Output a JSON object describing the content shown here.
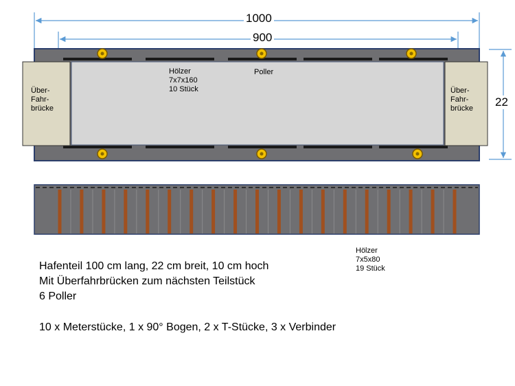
{
  "dimensions": {
    "outer_length": "1000",
    "inner_length": "900",
    "width": "22"
  },
  "top_view": {
    "left_bridge_label": [
      "Über-",
      "Fahr-",
      "brücke"
    ],
    "right_bridge_label": [
      "Über-",
      "Fahr-",
      "brücke"
    ],
    "timber_label": [
      "Hölzer",
      "7x7x160",
      "10 Stück"
    ],
    "bollard_label": "Poller",
    "bollard_count_top": 3,
    "bollard_count_bottom": 3
  },
  "side_view": {
    "timber_label": [
      "Hölzer",
      "7x5x80",
      "19 Stück"
    ],
    "post_count": 19
  },
  "description": {
    "line1": "Hafenteil 100 cm lang, 22 cm breit, 10 cm hoch",
    "line2": "Mit Überfahrbrücken zum nächsten Teilstück",
    "line3": "6 Poller",
    "line4": "10 x Meterstücke, 1 x 90° Bogen, 2 x T-Stücke, 3 x Verbinder"
  },
  "colors": {
    "dock": "#6f6f72",
    "dock_edge": "#2b3e6b",
    "deck": "#d6d6d6",
    "bridge": "#ddd9c4",
    "bollard": "#f2c100",
    "timber": "#a0501f",
    "dim_line": "#5b9bd5"
  }
}
